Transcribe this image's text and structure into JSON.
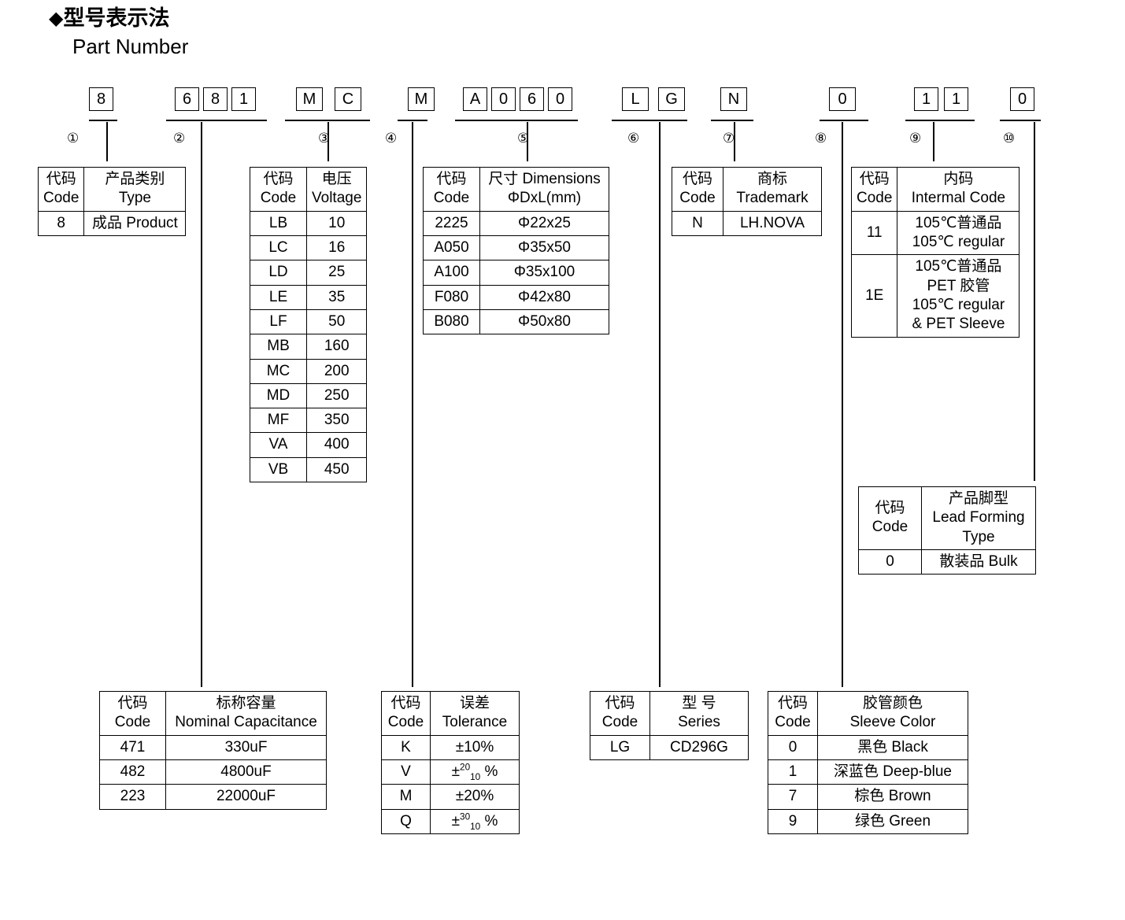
{
  "header": {
    "diamond": "◆",
    "title_cn": "型号表示法",
    "title_en": "Part Number"
  },
  "part_number": {
    "groups": [
      {
        "marker": "①",
        "codes": [
          "8"
        ]
      },
      {
        "marker": "②",
        "codes": [
          "6",
          "8",
          "1"
        ]
      },
      {
        "marker": "③",
        "codes": [
          "M",
          "C"
        ]
      },
      {
        "marker": "④",
        "codes": [
          "M"
        ]
      },
      {
        "marker": "⑤",
        "codes": [
          "A",
          "0",
          "6",
          "0"
        ]
      },
      {
        "marker": "⑥",
        "codes": [
          "L",
          "G"
        ]
      },
      {
        "marker": "⑦",
        "codes": [
          "N"
        ]
      },
      {
        "marker": "⑧",
        "codes": [
          "0"
        ]
      },
      {
        "marker": "⑨",
        "codes": [
          "1",
          "1"
        ]
      },
      {
        "marker": "⑩",
        "codes": [
          "0"
        ]
      }
    ]
  },
  "tables": {
    "type": {
      "header": {
        "code_cn": "代码",
        "code_en": "Code",
        "val_cn": "产品类别",
        "val_en": "Type"
      },
      "rows": [
        {
          "code": "8",
          "value": "成品 Product"
        }
      ]
    },
    "voltage": {
      "header": {
        "code_cn": "代码",
        "code_en": "Code",
        "val_cn": "电压",
        "val_en": "Voltage"
      },
      "rows": [
        {
          "code": "LB",
          "value": "10"
        },
        {
          "code": "LC",
          "value": "16"
        },
        {
          "code": "LD",
          "value": "25"
        },
        {
          "code": "LE",
          "value": "35"
        },
        {
          "code": "LF",
          "value": "50"
        },
        {
          "code": "MB",
          "value": "160"
        },
        {
          "code": "MC",
          "value": "200"
        },
        {
          "code": "MD",
          "value": "250"
        },
        {
          "code": "MF",
          "value": "350"
        },
        {
          "code": "VA",
          "value": "400"
        },
        {
          "code": "VB",
          "value": "450"
        }
      ]
    },
    "dimensions": {
      "header": {
        "code_cn": "代码",
        "code_en": "Code",
        "val_cn": "尺寸 Dimensions",
        "val_en": "ΦDxL(mm)"
      },
      "rows": [
        {
          "code": "2225",
          "value": "Φ22x25"
        },
        {
          "code": "A050",
          "value": "Φ35x50"
        },
        {
          "code": "A100",
          "value": "Φ35x100"
        },
        {
          "code": "F080",
          "value": "Φ42x80"
        },
        {
          "code": "B080",
          "value": "Φ50x80"
        }
      ]
    },
    "trademark": {
      "header": {
        "code_cn": "代码",
        "code_en": "Code",
        "val_cn": "商标",
        "val_en": "Trademark"
      },
      "rows": [
        {
          "code": "N",
          "value": "LH.NOVA"
        }
      ]
    },
    "internal_code": {
      "header": {
        "code_cn": "代码",
        "code_en": "Code",
        "val_cn": "内码",
        "val_en": "Intermal Code"
      },
      "rows": [
        {
          "code": "11",
          "lines": [
            "105℃普通品",
            "105℃  regular"
          ]
        },
        {
          "code": "1E",
          "lines": [
            "105℃普通品",
            "PET 胶管",
            "105℃  regular",
            "& PET Sleeve"
          ]
        }
      ]
    },
    "lead_forming": {
      "header": {
        "code_cn": "代码",
        "code_en": "Code",
        "val_cn": "产品脚型",
        "val_en": "Lead Forming",
        "val_en2": "Type"
      },
      "rows": [
        {
          "code": "0",
          "value": "散装品 Bulk"
        }
      ]
    },
    "capacitance": {
      "header": {
        "code_cn": "代码",
        "code_en": "Code",
        "val_cn": "标称容量",
        "val_en": "Nominal Capacitance"
      },
      "rows": [
        {
          "code": "471",
          "value": "330uF"
        },
        {
          "code": "482",
          "value": "4800uF"
        },
        {
          "code": "223",
          "value": "22000uF"
        }
      ]
    },
    "tolerance": {
      "header": {
        "code_cn": "代码",
        "code_en": "Code",
        "val_cn": "误差",
        "val_en": "Tolerance"
      },
      "rows": [
        {
          "code": "K",
          "plain": "±10%"
        },
        {
          "code": "V",
          "sign": "±",
          "sup": "20",
          "sub": "10",
          "unit": "%"
        },
        {
          "code": "M",
          "plain": "±20%"
        },
        {
          "code": "Q",
          "sign": "±",
          "sup": "30",
          "sub": "10",
          "unit": "%"
        }
      ]
    },
    "series": {
      "header": {
        "code_cn": "代码",
        "code_en": "Code",
        "val_cn": "型 号",
        "val_en": "Series"
      },
      "rows": [
        {
          "code": "LG",
          "value": "CD296G"
        }
      ]
    },
    "sleeve_color": {
      "header": {
        "code_cn": "代码",
        "code_en": "Code",
        "val_cn": "胶管颜色",
        "val_en": "Sleeve Color"
      },
      "rows": [
        {
          "code": "0",
          "value": "黑色 Black"
        },
        {
          "code": "1",
          "value": "深蓝色 Deep-blue"
        },
        {
          "code": "7",
          "value": "棕色 Brown"
        },
        {
          "code": "9",
          "value": "绿色 Green"
        }
      ]
    }
  }
}
